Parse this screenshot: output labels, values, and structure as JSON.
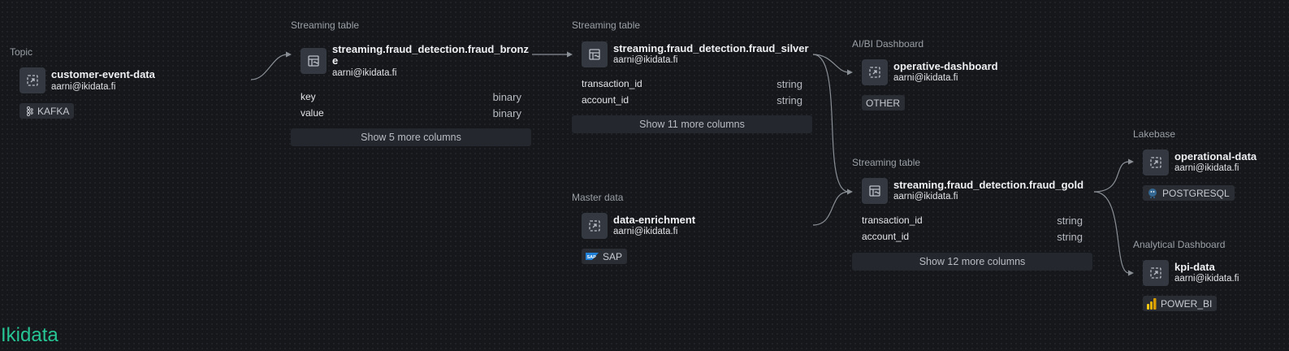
{
  "brand": "Ikidata",
  "nodes": {
    "kafka_topic": {
      "category": "Topic",
      "title": "customer-event-data",
      "owner": "aarni@ikidata.fi",
      "badge": "KAFKA"
    },
    "bronze": {
      "category": "Streaming table",
      "title_line1": "streaming.fraud_detection.fraud_bronz",
      "title_line2": "e",
      "owner": "aarni@ikidata.fi",
      "columns": [
        {
          "name": "key",
          "type": "binary"
        },
        {
          "name": "value",
          "type": "binary"
        }
      ],
      "more": "Show 5 more columns"
    },
    "silver": {
      "category": "Streaming table",
      "title": "streaming.fraud_detection.fraud_silver",
      "owner": "aarni@ikidata.fi",
      "columns": [
        {
          "name": "transaction_id",
          "type": "string"
        },
        {
          "name": "account_id",
          "type": "string"
        }
      ],
      "more": "Show 11 more columns"
    },
    "enrichment": {
      "category": "Master data",
      "title": "data-enrichment",
      "owner": "aarni@ikidata.fi",
      "badge": "SAP"
    },
    "operative": {
      "category": "AI/BI Dashboard",
      "title": "operative-dashboard",
      "owner": "aarni@ikidata.fi",
      "badge": "OTHER"
    },
    "gold": {
      "category": "Streaming table",
      "title": "streaming.fraud_detection.fraud_gold",
      "owner": "aarni@ikidata.fi",
      "columns": [
        {
          "name": "transaction_id",
          "type": "string"
        },
        {
          "name": "account_id",
          "type": "string"
        }
      ],
      "more": "Show 12 more columns"
    },
    "lakebase": {
      "category": "Lakebase",
      "title": "operational-data",
      "owner": "aarni@ikidata.fi",
      "badge": "POSTGRESQL"
    },
    "analytical": {
      "category": "Analytical Dashboard",
      "title": "kpi-data",
      "owner": "aarni@ikidata.fi",
      "badge": "POWER_BI"
    }
  },
  "icons": {
    "asset": "external-asset-icon",
    "table": "streaming-table-icon",
    "kafka": "kafka-logo-icon",
    "sap": "sap-logo-icon",
    "postgres": "postgresql-logo-icon",
    "powerbi": "power-bi-logo-icon"
  },
  "colors": {
    "background": "#15171b",
    "brand": "#27c593",
    "edge": "#8a8f96",
    "card": "#2a2e34"
  }
}
